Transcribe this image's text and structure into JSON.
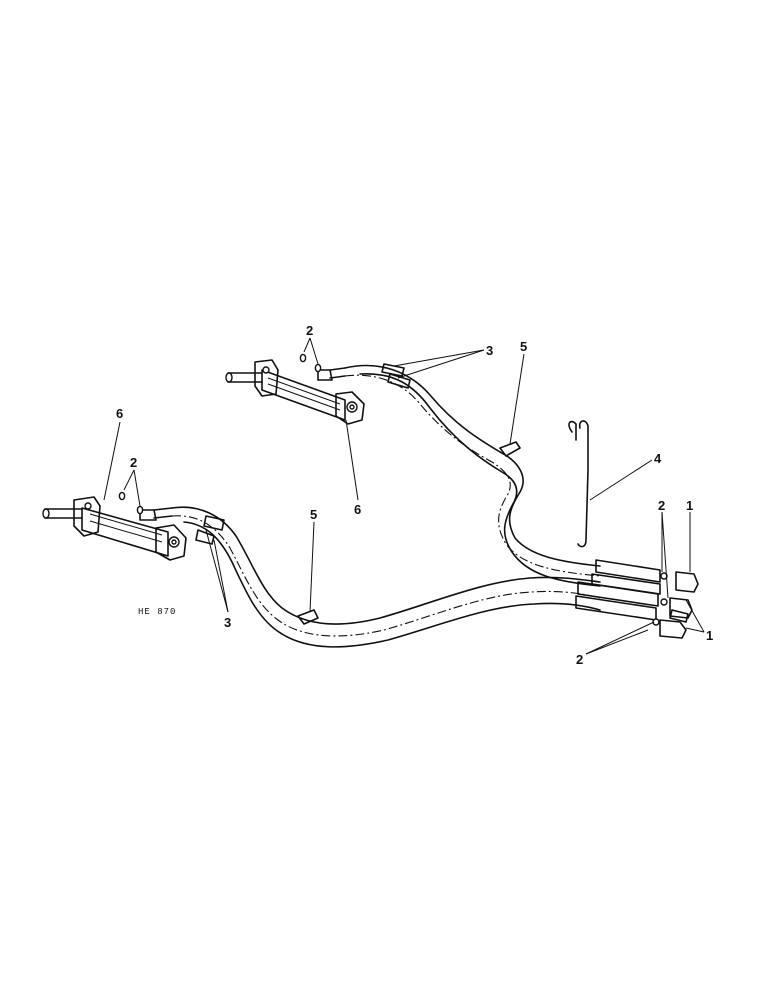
{
  "diagram": {
    "reference_code": "HE 870",
    "callouts": {
      "c1a": "1",
      "c1b": "1",
      "c2a": "2",
      "c2b": "2",
      "c2c": "2",
      "c2d": "2",
      "c3a": "3",
      "c3b": "3",
      "c4": "4",
      "c5a": "5",
      "c5b": "5",
      "c6a": "6",
      "c6b": "6"
    }
  }
}
